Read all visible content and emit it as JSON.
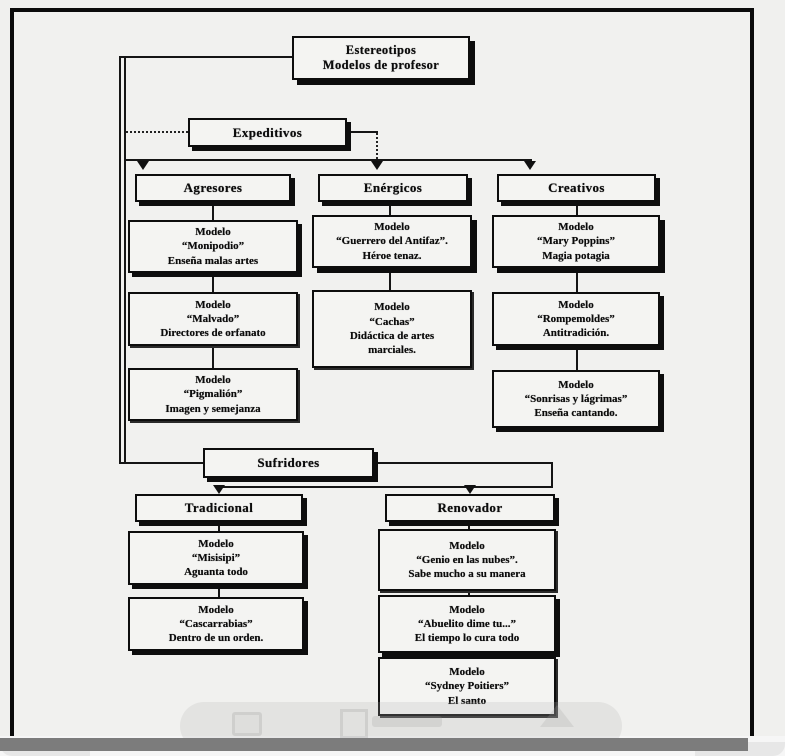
{
  "diagram": {
    "title": "Estereotipos\nModelos de profesor",
    "branches": [
      {
        "label": "Expeditivos",
        "categories": [
          {
            "label": "Agresores",
            "models": [
              "Modelo\n“Monipodio”\nEnseña malas artes",
              "Modelo\n“Malvado”\nDirectores de orfanato",
              "Modelo\n“Pigmalión”\nImagen y semejanza"
            ]
          },
          {
            "label": "Enérgicos",
            "models": [
              "Modelo\n“Guerrero del Antifaz”.\nHéroe tenaz.",
              "Modelo\n“Cachas”\nDidáctica de artes\nmarciales."
            ]
          },
          {
            "label": "Creativos",
            "models": [
              "Modelo\n“Mary Poppins”\nMagia potagia",
              "Modelo\n“Rompemoldes”\nAntitradición.",
              "Modelo\n“Sonrisas y lágrimas”\nEnseña cantando."
            ]
          }
        ]
      },
      {
        "label": "Sufridores",
        "categories": [
          {
            "label": "Tradicional",
            "models": [
              "Modelo\n“Misisipi”\nAguanta todo",
              "Modelo\n“Cascarrabias”\nDentro de un orden."
            ]
          },
          {
            "label": "Renovador",
            "models": [
              "Modelo\n“Genio en las nubes”.\nSabe mucho a su manera",
              "Modelo\n“Abuelito dime tu...”\nEl tiempo lo cura todo",
              "Modelo\n“Sydney Poitiers”\nEl santo"
            ]
          }
        ]
      }
    ]
  }
}
